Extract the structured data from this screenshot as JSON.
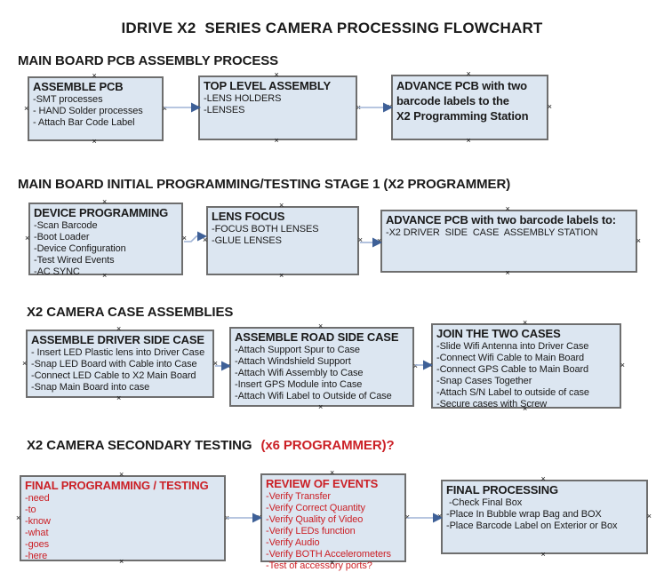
{
  "flowchart_title": "IDRIVE X2  SERIES CAMERA PROCESSING FLOWCHART",
  "icons": {
    "connector_mark": "×",
    "arrow": "right-arrow"
  },
  "colors": {
    "box_fill": "#dce6f1",
    "box_border": "#6e6e6e",
    "red_text": "#cb2026",
    "arrow_line": "#9fb3d6",
    "arrow_head": "#3e6097",
    "text": "#1a1a1a"
  },
  "sections": [
    {
      "heading": "MAIN BOARD PCB ASSEMBLY PROCESS"
    },
    {
      "heading": "MAIN BOARD INITIAL PROGRAMMING/TESTING STAGE 1 (X2 PROGRAMMER)"
    },
    {
      "heading": "X2 CAMERA CASE ASSEMBLIES"
    },
    {
      "heading": "X2 CAMERA SECONDARY TESTING",
      "heading_red": "(x6 PROGRAMMER)?"
    }
  ],
  "boxes": [
    {
      "id": "assemble-pcb",
      "title": "ASSEMBLE PCB",
      "items": [
        "-SMT processes",
        "- HAND Solder processes",
        "- Attach Bar Code Label"
      ]
    },
    {
      "id": "top-level-assembly",
      "title": "TOP LEVEL ASSEMBLY",
      "items": [
        "-LENS HOLDERS",
        "-LENSES"
      ]
    },
    {
      "id": "advance-pcb-to-programming-station",
      "title": "ADVANCE PCB with two\nbarcode labels to the\n X2 Programming Station",
      "items": []
    },
    {
      "id": "device-programming",
      "title": "DEVICE PROGRAMMING",
      "items": [
        "-Scan Barcode",
        "-Boot Loader",
        "-Device Configuration",
        "-Test Wired Events",
        "-AC SYNC"
      ]
    },
    {
      "id": "lens-focus",
      "title": "LENS FOCUS",
      "items": [
        "-FOCUS BOTH LENSES",
        "-GLUE LENSES"
      ]
    },
    {
      "id": "advance-pcb-to-driver-side-station",
      "title": "ADVANCE PCB with two barcode labels to:",
      "items": [
        "-X2 DRIVER  SIDE  CASE  ASSEMBLY STATION"
      ]
    },
    {
      "id": "assemble-driver-side-case",
      "title": "ASSEMBLE DRIVER SIDE CASE",
      "items": [
        "- Insert LED Plastic lens into Driver Case",
        "-Snap LED Board with Cable into Case",
        "-Connect LED Cable to X2 Main Board",
        "-Snap Main Board into case"
      ]
    },
    {
      "id": "assemble-road-side-case",
      "title": "ASSEMBLE ROAD SIDE CASE",
      "items": [
        "-Attach Support Spur to Case",
        "-Attach Windshield Support",
        "-Attach Wifi Assembly to Case",
        "-Insert GPS Module into Case",
        "-Attach Wifi Label to Outside of Case"
      ]
    },
    {
      "id": "join-the-two-cases",
      "title": "JOIN THE TWO CASES",
      "items": [
        "-Slide Wifi Antenna into Driver Case",
        "-Connect Wifi Cable to Main Board",
        "-Connect GPS Cable to Main Board",
        "-Snap Cases Together",
        "-Attach S/N Label to outside of case",
        "-Secure cases with Screw"
      ]
    },
    {
      "id": "final-programming-testing",
      "title": "FINAL PROGRAMMING / TESTING",
      "red": true,
      "items": [
        "-need",
        "-to",
        "-know",
        "-what",
        "-goes",
        "-here"
      ]
    },
    {
      "id": "review-of-events",
      "title": "REVIEW OF EVENTS",
      "red": true,
      "items": [
        "-Verify Transfer",
        "-Verify Correct Quantity",
        "-Verify Quality of Video",
        "-Verify LEDs function",
        "-Verify Audio",
        "-Verify BOTH Accelerometers",
        "-Test of accessory ports?"
      ]
    },
    {
      "id": "final-processing",
      "title": "FINAL PROCESSING",
      "items": [
        " -Check Final Box",
        "-Place In Bubble wrap Bag and BOX",
        "-Place Barcode Label on Exterior or Box"
      ]
    }
  ]
}
